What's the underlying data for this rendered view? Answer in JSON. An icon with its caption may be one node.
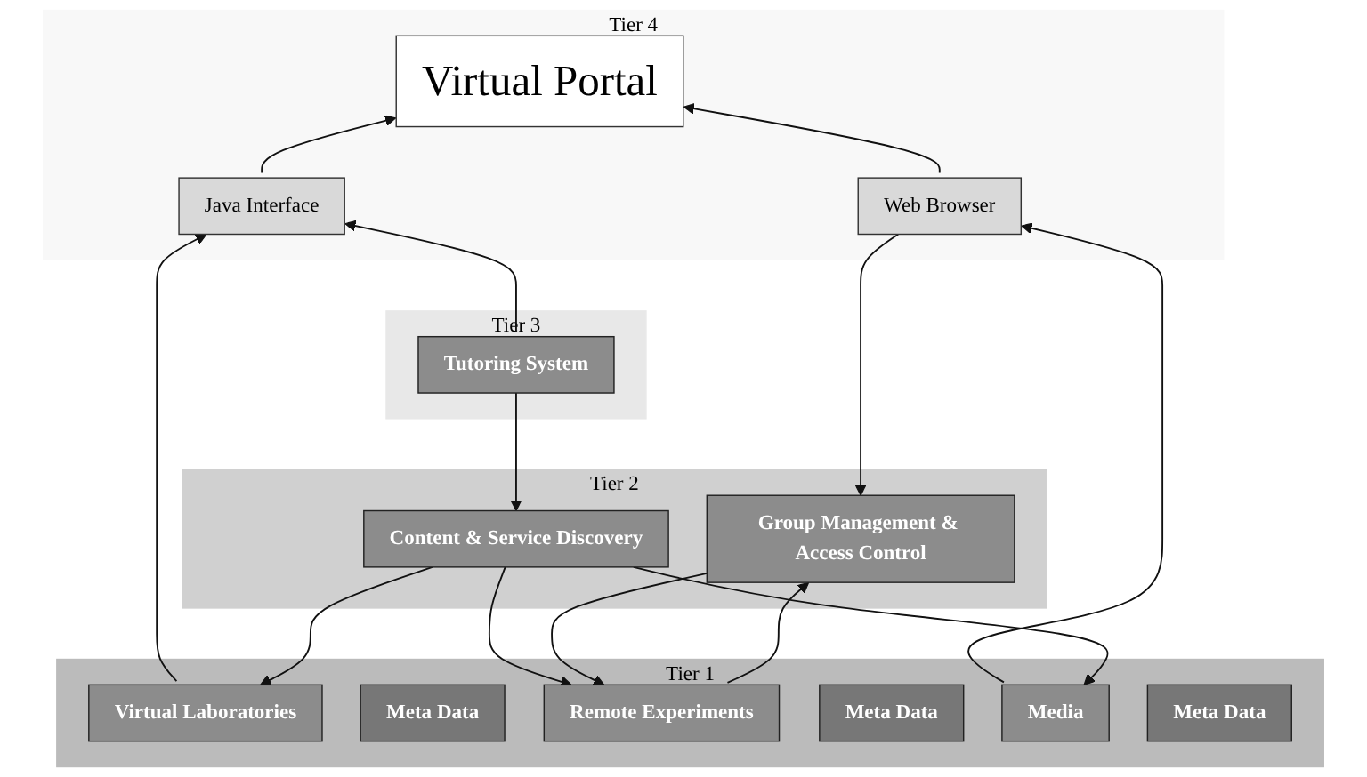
{
  "diagram": {
    "nodes": [
      {
        "text": [
          "Tier 4"
        ]
      },
      {
        "text": [
          "Virtual Portal"
        ],
        "in": 0
      },
      {
        "text": [
          "Java Interface"
        ],
        "in": 0
      },
      {
        "text": [
          "Web Browser"
        ],
        "in": 0
      },
      {
        "text": [
          "Tier 3"
        ]
      },
      {
        "text": [
          "Tutoring System"
        ],
        "in": 4
      },
      {
        "text": [
          "Tier 2"
        ]
      },
      {
        "text": [
          "Content & Service Discovery"
        ],
        "in": 6
      },
      {
        "text": [
          "Group Management & Access Control"
        ],
        "in": 6
      },
      {
        "text": [
          "Tier 1"
        ]
      },
      {
        "text": [
          "Virtual Laboratories"
        ],
        "in": 9
      },
      {
        "text": [
          "Meta Data"
        ],
        "in": 9
      },
      {
        "text": [
          "Remote Experiments"
        ],
        "in": 9
      },
      {
        "text": [
          "Meta Data"
        ],
        "in": 9
      },
      {
        "text": [
          "Media"
        ],
        "in": 9
      },
      {
        "text": [
          "Meta Data"
        ],
        "in": 9
      }
    ],
    "edges": [
      {
        "from": 2,
        "to": 1,
        "arrow": "to"
      },
      {
        "from": 3,
        "to": 1,
        "arrow": "to"
      },
      {
        "from": 5,
        "to": 2,
        "arrow": "to"
      },
      {
        "from": 10,
        "to": 2,
        "arrow": "to"
      },
      {
        "from": 3,
        "to": 8,
        "arrow": "to"
      },
      {
        "from": 14,
        "to": 3,
        "arrow": "to"
      },
      {
        "from": 5,
        "to": 7,
        "arrow": "to"
      },
      {
        "from": 7,
        "to": 10,
        "arrow": "to"
      },
      {
        "from": 7,
        "to": 12,
        "arrow": "to"
      },
      {
        "from": 7,
        "to": 14,
        "arrow": "to"
      },
      {
        "from": 8,
        "to": 12,
        "arrow": "to"
      },
      {
        "from": 12,
        "to": 8,
        "arrow": "to"
      }
    ]
  }
}
